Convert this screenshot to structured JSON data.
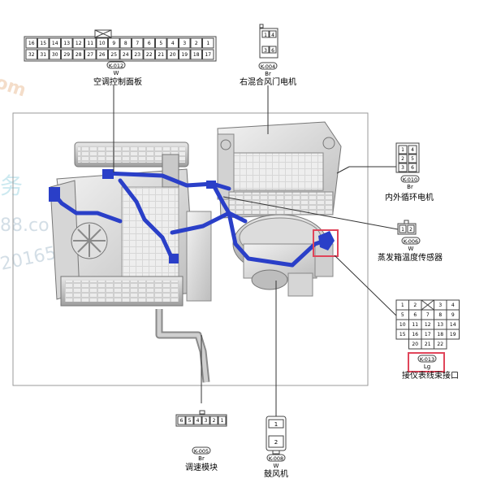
{
  "watermark": {
    "parts": [
      "om",
      "务",
      "88.co",
      "20165"
    ]
  },
  "connectors": {
    "k012": {
      "top_row": [
        "16",
        "15",
        "14",
        "13",
        "12",
        "11",
        "10",
        "9",
        "8",
        "7",
        "6",
        "5",
        "4",
        "3",
        "2",
        "1"
      ],
      "bottom_row": [
        "32",
        "31",
        "30",
        "29",
        "28",
        "27",
        "26",
        "25",
        "24",
        "23",
        "22",
        "21",
        "20",
        "19",
        "18",
        "17"
      ],
      "code": "K-012",
      "color": "W",
      "label": "空调控制面板"
    },
    "k004": {
      "pins": [
        "1",
        "4",
        "3",
        "6"
      ],
      "code": "K-004",
      "color": "Br",
      "label": "右混合风门电机"
    },
    "k010": {
      "pins": [
        "1",
        "4",
        "2",
        "5",
        "3",
        "6"
      ],
      "code": "K-010",
      "color": "Br",
      "label": "内外循环电机"
    },
    "k006": {
      "pins": [
        "1",
        "2"
      ],
      "code": "K-006",
      "color": "W",
      "label": "蒸发箱温度传感器"
    },
    "k013": {
      "pins": [
        "1",
        "2",
        "3",
        "4",
        "5",
        "6",
        "7",
        "8",
        "9",
        "10",
        "11",
        "12",
        "13",
        "14",
        "15",
        "16",
        "17",
        "18",
        "19",
        "20",
        "21",
        "22"
      ],
      "code": "K-013",
      "color": "Lg",
      "label": "接仪表线束接口"
    },
    "k005": {
      "pins": [
        "6",
        "5",
        "4",
        "3",
        "2",
        "1"
      ],
      "code": "K-005",
      "color": "Br",
      "label": "调速模块"
    },
    "k008": {
      "pins": [
        "1",
        "2"
      ],
      "code": "K-008",
      "color": "W",
      "label": "鼓风机"
    }
  },
  "colors": {
    "harness": "#2a3fc8",
    "highlight": "#e0455a",
    "line": "#333333"
  }
}
